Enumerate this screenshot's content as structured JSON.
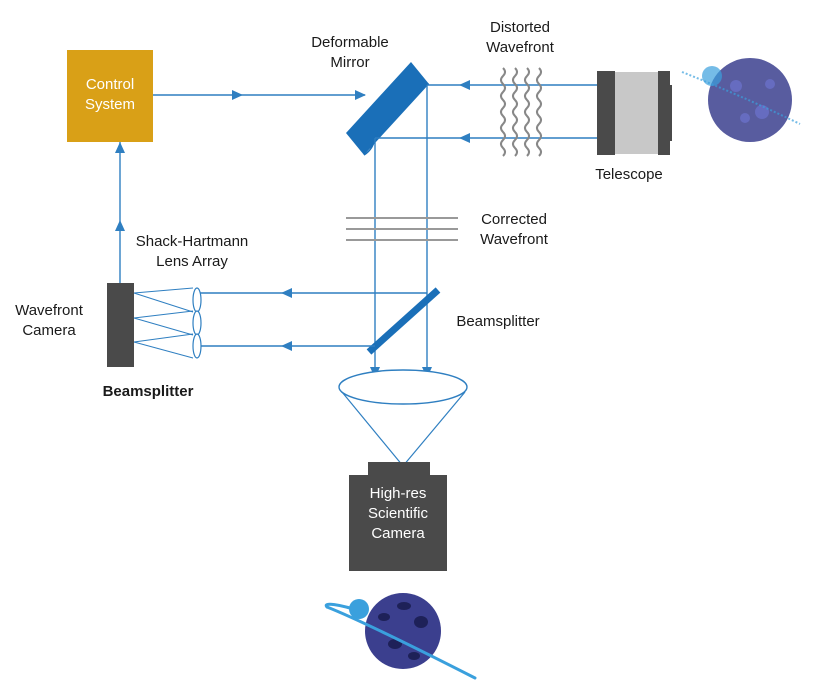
{
  "colors": {
    "beam": "#2f7fc1",
    "control_box": "#d9a017",
    "camera": "#4a4a4a",
    "mirror": "#1a6fb8",
    "planet": "#3b3f8e",
    "planet_ring": "#3aa0dd",
    "wave": "#888888"
  },
  "labels": {
    "control_system": [
      "Control",
      "System"
    ],
    "deformable_mirror": [
      "Deformable",
      "Mirror"
    ],
    "distorted_wavefront": [
      "Distorted",
      "Wavefront"
    ],
    "telescope": "Telescope",
    "corrected_wavefront": [
      "Corrected",
      "Wavefront"
    ],
    "shack_hartmann": [
      "Shack-Hartmann",
      "Lens Array"
    ],
    "wavefront_camera": [
      "Wavefront",
      "Camera"
    ],
    "beamsplitter_left": "Beamsplitter",
    "beamsplitter_right": "Beamsplitter",
    "high_res_camera": [
      "High-res",
      "Scientific",
      "Camera"
    ]
  },
  "icons": {
    "distant_planet": "blurred-planet-icon",
    "sharp_planet": "planet-icon"
  }
}
